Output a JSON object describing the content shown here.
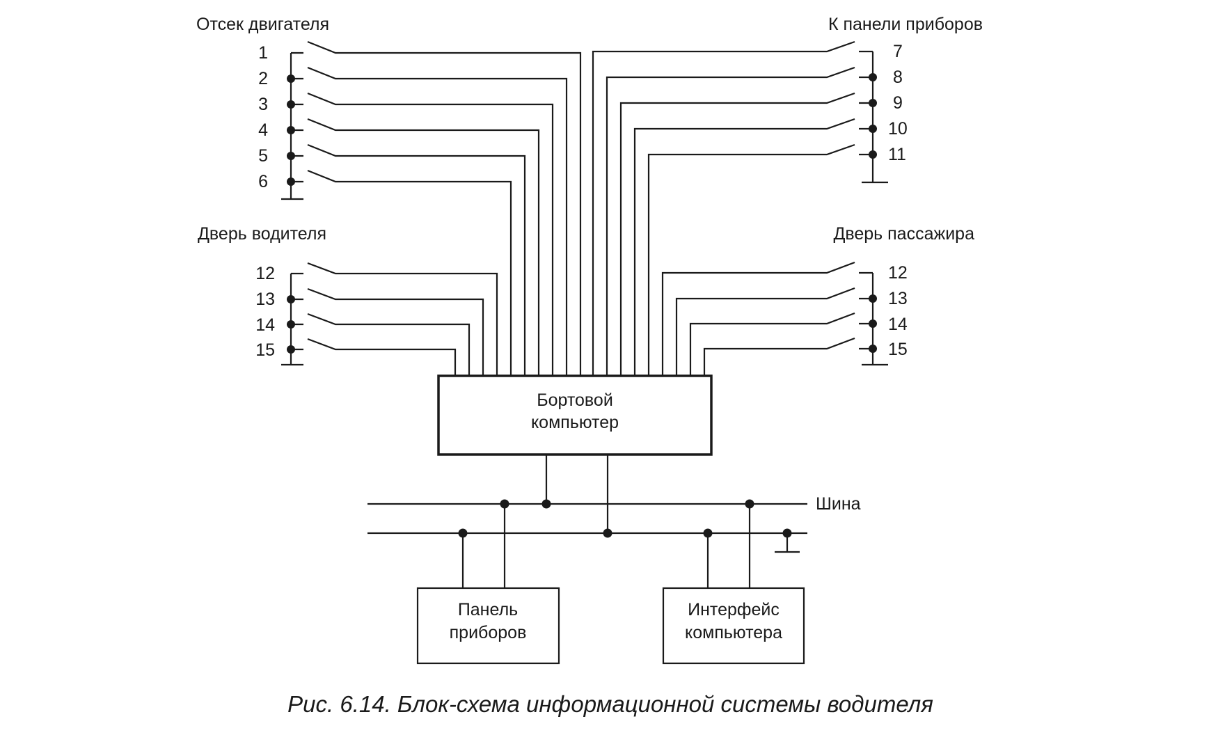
{
  "groups": {
    "engine": {
      "title": "Отсек двигателя",
      "numbers": [
        "1",
        "2",
        "3",
        "4",
        "5",
        "6"
      ]
    },
    "dashboard": {
      "title": "К панели приборов",
      "numbers": [
        "7",
        "8",
        "9",
        "10",
        "11"
      ]
    },
    "driver_door": {
      "title": "Дверь водителя",
      "numbers": [
        "12",
        "13",
        "14",
        "15"
      ]
    },
    "passenger_door": {
      "title": "Дверь пассажира",
      "numbers": [
        "12",
        "13",
        "14",
        "15"
      ]
    }
  },
  "computer": {
    "line1": "Бортовой",
    "line2": "компьютер"
  },
  "bus_label": "Шина",
  "panel": {
    "line1": "Панель",
    "line2": "приборов"
  },
  "interface": {
    "line1": "Интерфейс",
    "line2": "компьютера"
  },
  "caption": "Рис. 6.14. Блок-схема информационной системы водителя"
}
